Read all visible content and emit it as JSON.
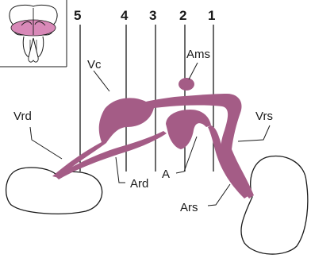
{
  "colors": {
    "structure_fill": "#a45c86",
    "inset_fill": "#d889b8",
    "outline": "#1a1a1a",
    "background": "#ffffff"
  },
  "inset": {
    "icon": "brain-thumbnail-icon"
  },
  "section_numbers": [
    "5",
    "4",
    "3",
    "2",
    "1"
  ],
  "labels": {
    "vc": "Vc",
    "ams": "Ams",
    "vrd": "Vrd",
    "vrs": "Vrs",
    "ard": "Ard",
    "a": "A",
    "ars": "Ars"
  }
}
